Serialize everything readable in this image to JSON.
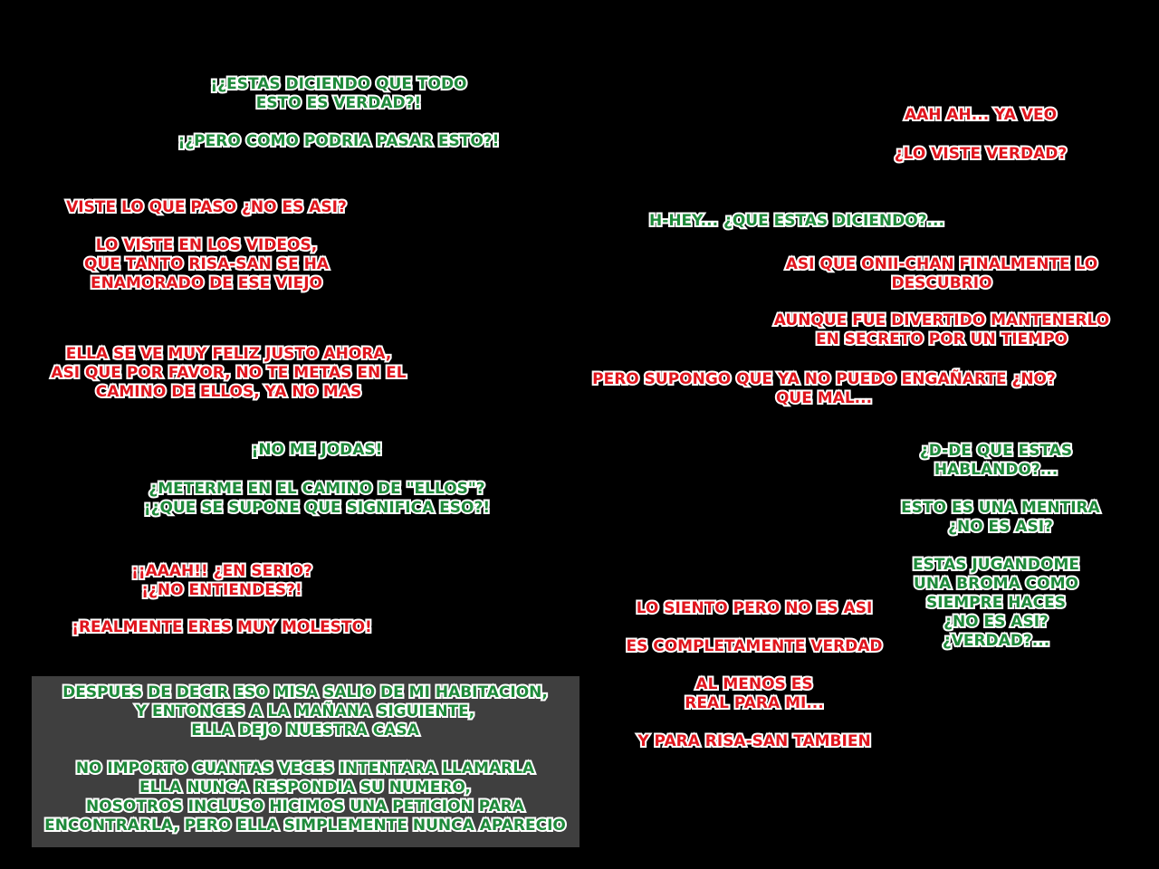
{
  "colors": {
    "green": "#1e8a3a",
    "red": "#e0141c",
    "background": "#000000",
    "narration_box": "#3f3f3f",
    "outline": "#ffffff"
  },
  "left": {
    "b1": "¡¿ESTAS DICIENDO QUE TODO\nESTO ES VERDAD?!",
    "b2": "¡¿PERO COMO PODRIA PASAR ESTO?!",
    "b3": "VISTE LO QUE PASO ¿NO ES ASI?",
    "b4": "LO VISTE EN LOS VIDEOS,\nQUE TANTO RISA-SAN SE HA\nENAMORADO DE ESE VIEJO",
    "b5": "ELLA SE VE MUY FELIZ JUSTO AHORA,\nASI QUE POR FAVOR, NO TE METAS EN EL\nCAMINO DE ELLOS, YA NO MAS",
    "b6": "¡NO ME JODAS!",
    "b7": "¿METERME EN EL CAMINO DE \"ELLOS\"?\n¡¿QUE SE SUPONE QUE SIGNIFICA ESO?!",
    "b8": "¡¡AAAH!! ¿EN SERIO?\n¡¿NO ENTIENDES?!",
    "b9": "¡REALMENTE ERES MUY MOLESTO!"
  },
  "narration": {
    "p1": "DESPUES DE DECIR ESO MISA SALIO DE MI HABITACION,\nY ENTONCES A LA MAÑANA SIGUIENTE,\nELLA DEJO NUESTRA CASA",
    "p2": "NO IMPORTO CUANTAS VECES INTENTARA LLAMARLA\nELLA NUNCA RESPONDIA SU NUMERO,\nNOSOTROS INCLUSO HICIMOS UNA PETICION PARA\nENCONTRARLA, PERO ELLA SIMPLEMENTE NUNCA APARECIO"
  },
  "right": {
    "r1": "AAH AH... YA VEO",
    "r2": "¿LO VISTE VERDAD?",
    "r3": "H-HEY... ¿QUE ESTAS DICIENDO?...",
    "r4": "ASI QUE ONII-CHAN FINALMENTE LO\nDESCUBRIO",
    "r5": "AUNQUE FUE DIVERTIDO MANTENERLO\nEN SECRETO POR UN TIEMPO",
    "r6": "PERO SUPONGO QUE YA NO PUEDO ENGAÑARTE ¿NO?\nQUE MAL...",
    "r7": "¿D-DE QUE ESTAS\nHABLANDO?...",
    "r8": "ESTO ES UNA MENTIRA\n¿NO ES ASI?",
    "r9": "ESTAS JUGANDOME\nUNA BROMA COMO\nSIEMPRE HACES\n¿NO ES ASI?\n¿VERDAD?...",
    "r10": "LO SIENTO PERO NO ES ASI",
    "r11": "ES COMPLETAMENTE VERDAD",
    "r12": "AL MENOS ES\nREAL PARA MI...",
    "r13": "Y PARA RISA-SAN TAMBIEN"
  }
}
